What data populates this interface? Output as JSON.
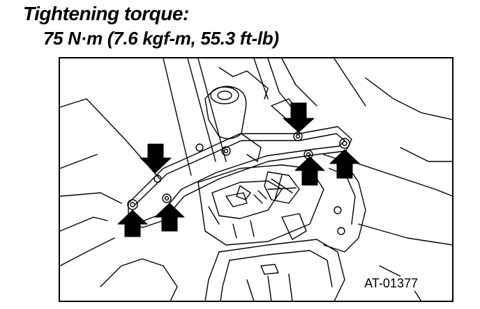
{
  "heading": {
    "label": "Tightening torque:",
    "value": "75 N·m (7.6 kgf-m, 55.3 ft-lb)"
  },
  "figure": {
    "code": "AT-01377",
    "arrows": [
      {
        "name": "arrow-upper-center",
        "direction": "down"
      },
      {
        "name": "arrow-upper-left",
        "direction": "down"
      },
      {
        "name": "arrow-right-1",
        "direction": "up"
      },
      {
        "name": "arrow-right-2",
        "direction": "up"
      },
      {
        "name": "arrow-lower-left-1",
        "direction": "up"
      },
      {
        "name": "arrow-lower-left-2",
        "direction": "up"
      }
    ]
  }
}
